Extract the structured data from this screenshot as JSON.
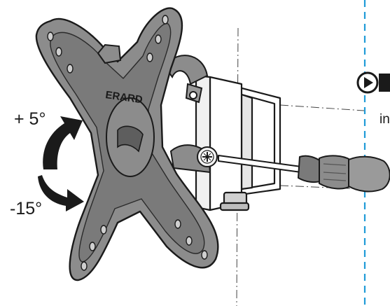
{
  "diagram": {
    "brand_text": "ERARD",
    "tilt_up_label": "+ 5°",
    "tilt_down_label": "-15°",
    "side_text": "in",
    "colors": {
      "plate": "#8c8c8c",
      "plate_dark": "#5e5e5e",
      "outline": "#1a1a1a",
      "arrow": "#1a1a1a",
      "guide_line": "#1f9bd7",
      "bracket": "#ffffff"
    },
    "icons": [
      "play-circle-icon",
      "screwdriver-icon",
      "screw-icon",
      "tilt-up-arrow-icon",
      "tilt-down-arrow-icon"
    ]
  }
}
